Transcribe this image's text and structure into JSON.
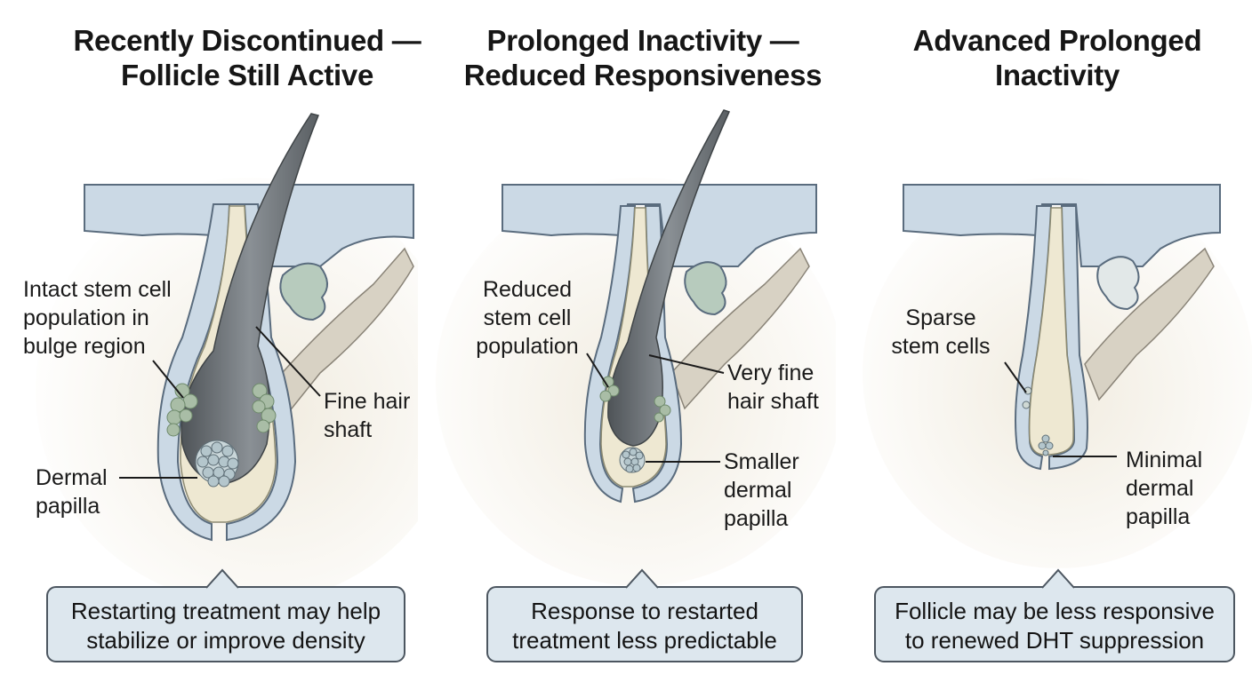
{
  "panels": [
    {
      "title_line1": "Recently Discontinued —",
      "title_line2": "Follicle Still Active",
      "labels": {
        "stem": [
          "Intact stem cell",
          "population in",
          "bulge region"
        ],
        "shaft": [
          "Fine hair",
          "shaft"
        ],
        "papilla": [
          "Dermal",
          "papilla"
        ]
      },
      "callout": [
        "Restarting treatment may help",
        "stabilize or improve density"
      ]
    },
    {
      "title_line1": "Prolonged Inactivity —",
      "title_line2": "Reduced Responsiveness",
      "labels": {
        "stem": [
          "Reduced",
          "stem cell",
          "population"
        ],
        "shaft": [
          "Very fine",
          "hair shaft"
        ],
        "papilla": [
          "Smaller",
          "dermal",
          "papilla"
        ]
      },
      "callout": [
        "Response to restarted",
        "treatment less predictable"
      ]
    },
    {
      "title_line1": "Advanced Prolonged",
      "title_line2": "Inactivity",
      "labels": {
        "stem": [
          "Sparse",
          "stem cells"
        ],
        "papilla": [
          "Minimal",
          "dermal",
          "papilla"
        ]
      },
      "callout": [
        "Follicle may be less responsive",
        "to renewed DHT suppression"
      ]
    }
  ],
  "colors": {
    "skin_fill": "#cbd9e5",
    "skin_outline": "#5a6c7e",
    "dermis_bg": "#f1ece0",
    "hair": "#6c7175",
    "stem_cells": "#a9bda6",
    "papilla": "#b4c6cc",
    "callout_fill": "#dde7ee"
  }
}
